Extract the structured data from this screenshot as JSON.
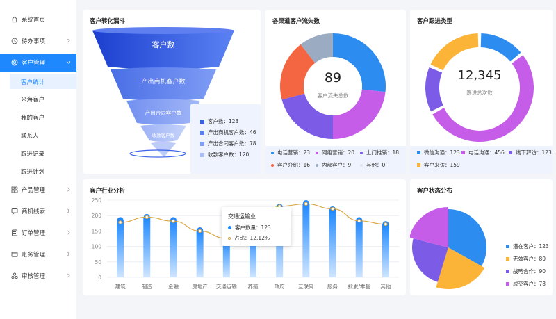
{
  "sidebar": {
    "items": [
      {
        "label": "系统首页",
        "icon": "home-icon"
      },
      {
        "label": "待办事项",
        "icon": "clock-icon"
      },
      {
        "label": "客户管理",
        "icon": "user-icon"
      },
      {
        "label": "产品管理",
        "icon": "grid-icon"
      },
      {
        "label": "商机线索",
        "icon": "chat-icon"
      },
      {
        "label": "订单管理",
        "icon": "order-icon"
      },
      {
        "label": "账务管理",
        "icon": "wallet-icon"
      },
      {
        "label": "审核管理",
        "icon": "audit-icon"
      }
    ],
    "sub_items": [
      "客户统计",
      "公海客户",
      "我的客户",
      "联系人",
      "跟进记录",
      "跟进计划"
    ]
  },
  "funnel": {
    "title": "客户转化漏斗",
    "stages": [
      {
        "label": "客户数",
        "value": 123
      },
      {
        "label": "产出商机客户数",
        "value": 46
      },
      {
        "label": "产出合同客户数",
        "value": 78
      },
      {
        "label": "收款客户数",
        "value": 120
      }
    ],
    "legend": [
      "客户数：123",
      "产出商机客户数：46",
      "产出合同客户数：78",
      "收款客户数：120"
    ],
    "colors": [
      "#3b5fe0",
      "#5b7ff0",
      "#7f9ef4",
      "#a9bef8"
    ]
  },
  "churn": {
    "title": "各渠道客户流失数",
    "center_value": "89",
    "center_label": "客户流失总数",
    "slices": [
      {
        "name": "电话营销",
        "value": 23,
        "color": "#2d8cf0"
      },
      {
        "name": "网络营销",
        "value": 20,
        "color": "#c55de8"
      },
      {
        "name": "上门推销",
        "value": 18,
        "color": "#7c5ce6"
      },
      {
        "name": "客户介绍",
        "value": 16,
        "color": "#f46542"
      },
      {
        "name": "内部客户",
        "value": 9,
        "color": "#9aabc2"
      },
      {
        "name": "其他",
        "value": 0,
        "color": "#dfe4ec"
      }
    ],
    "legend": [
      "电话营销：23",
      "网络营销：20",
      "上门推销：18",
      "客户介绍：16",
      "内部客户：9",
      "其他：0"
    ]
  },
  "followup": {
    "title": "客户跟进类型",
    "center_value": "12,345",
    "center_label": "跟进总次数",
    "slices": [
      {
        "name": "微信沟通",
        "value": 123,
        "color": "#2d8cf0"
      },
      {
        "name": "电话沟通",
        "value": 456,
        "color": "#c55de8"
      },
      {
        "name": "线下拜访",
        "value": 123,
        "color": "#7c5ce6"
      },
      {
        "name": "客户来访",
        "value": 159,
        "color": "#fbb437"
      }
    ],
    "legend": [
      "微信沟通：123",
      "电话沟通：456",
      "线下拜访：123",
      "客户来访：159"
    ]
  },
  "industry": {
    "title": "客户行业分析",
    "tooltip": {
      "title": "交通运输业",
      "count_line": "客户数量：123",
      "ratio_line": "占比：12.12%"
    }
  },
  "status": {
    "title": "客户状态分布",
    "legend": [
      "潜在客户：123",
      "无效客户：80",
      "战略合作：90",
      "成交客户：78"
    ]
  },
  "chart_data": [
    {
      "type": "bar",
      "title": "客户行业分析",
      "categories": [
        "建筑",
        "制造",
        "金融",
        "房地产",
        "交通运输",
        "养殖",
        "政府",
        "互联网",
        "服务",
        "批发/零售",
        "其他"
      ],
      "values": [
        185,
        195,
        185,
        152,
        123,
        145,
        228,
        240,
        220,
        185,
        172
      ],
      "line_values": [
        178,
        195,
        182,
        150,
        126,
        140,
        230,
        238,
        222,
        183,
        172
      ],
      "ylim": [
        0,
        250
      ],
      "yticks": [
        0,
        50,
        100,
        150,
        200,
        250
      ],
      "grid": true,
      "colors": {
        "bar": "#1e88ff",
        "line": "#d9a33b"
      }
    },
    {
      "type": "pie",
      "title": "客户状态分布",
      "slices": [
        {
          "name": "潜在客户",
          "value": 123,
          "color": "#2d8cf0"
        },
        {
          "name": "无效客户",
          "value": 80,
          "color": "#fbb437"
        },
        {
          "name": "战略合作",
          "value": 90,
          "color": "#7c5ce6"
        },
        {
          "name": "成交客户",
          "value": 78,
          "color": "#c55de8"
        }
      ]
    }
  ]
}
